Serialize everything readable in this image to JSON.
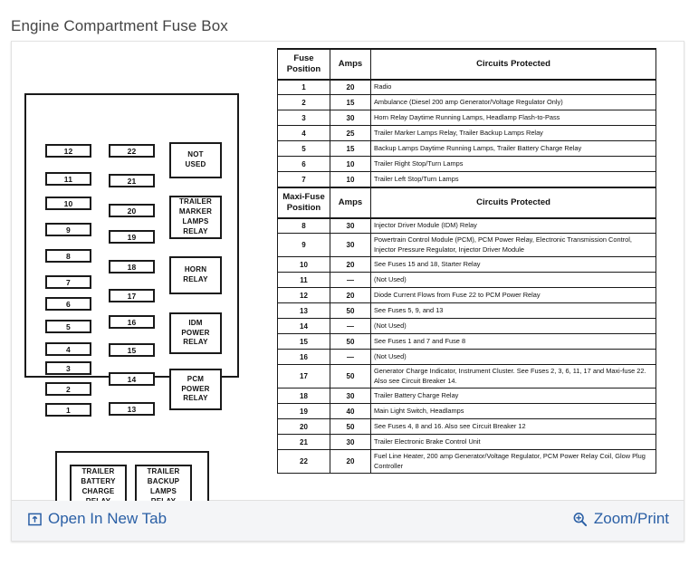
{
  "page": {
    "title": "Engine Compartment Fuse Box"
  },
  "footer": {
    "open_new_tab_label": "Open In New Tab",
    "open_new_tab_icon": "open-in-new-tab-icon",
    "zoom_print_label": "Zoom/Print",
    "zoom_print_icon": "magnifier-plus-icon",
    "link_color": "#2a5fa5"
  },
  "diagram": {
    "name": "engine-compartment-fuse-box-diagram",
    "fuse_column_left": [
      "12",
      "11",
      "10",
      "9",
      "8",
      "7",
      "6",
      "5",
      "4",
      "3",
      "2",
      "1"
    ],
    "fuse_column_middle": [
      "22",
      "21",
      "20",
      "19",
      "18",
      "17",
      "16",
      "15",
      "14",
      "13"
    ],
    "relays": [
      {
        "name": "relay-not-used",
        "lines": [
          "NOT",
          "USED"
        ]
      },
      {
        "name": "relay-trailer-marker-lamps",
        "lines": [
          "TRAILER",
          "MARKER",
          "LAMPS",
          "RELAY"
        ]
      },
      {
        "name": "relay-horn",
        "lines": [
          "HORN",
          "RELAY"
        ]
      },
      {
        "name": "relay-idm-power",
        "lines": [
          "IDM",
          "POWER",
          "RELAY"
        ]
      },
      {
        "name": "relay-pcm-power",
        "lines": [
          "PCM",
          "POWER",
          "RELAY"
        ]
      }
    ],
    "lower_relays": [
      {
        "name": "relay-trailer-battery-charge",
        "lines": [
          "TRAILER",
          "BATTERY",
          "CHARGE",
          "RELAY"
        ]
      },
      {
        "name": "relay-trailer-backup-lamps",
        "lines": [
          "TRAILER",
          "BACKUP",
          "LAMPS",
          "RELAY"
        ]
      }
    ]
  },
  "table": {
    "headers": {
      "position": "Fuse\nPosition",
      "position_line1": "Fuse",
      "position_line2": "Position",
      "amps": "Amps",
      "circuits": "Circuits Protected"
    },
    "maxi_headers": {
      "position_line1": "Maxi-Fuse",
      "position_line2": "Position",
      "amps": "Amps",
      "circuits": "Circuits Protected"
    },
    "fuse_rows": [
      {
        "position": "1",
        "amps": "20",
        "circuits": "Radio"
      },
      {
        "position": "2",
        "amps": "15",
        "circuits": "Ambulance (Diesel 200 amp Generator/Voltage Regulator Only)"
      },
      {
        "position": "3",
        "amps": "30",
        "circuits": "Horn Relay  Daytime Running Lamps, Headlamp Flash-to-Pass"
      },
      {
        "position": "4",
        "amps": "25",
        "circuits": "Trailer Marker Lamps Relay, Trailer Backup Lamps Relay"
      },
      {
        "position": "5",
        "amps": "15",
        "circuits": "Backup Lamps  Daytime Running Lamps, Trailer Battery Charge Relay"
      },
      {
        "position": "6",
        "amps": "10",
        "circuits": "Trailer Right Stop/Turn Lamps"
      },
      {
        "position": "7",
        "amps": "10",
        "circuits": "Trailer Left Stop/Turn Lamps"
      }
    ],
    "maxi_fuse_rows": [
      {
        "position": "8",
        "amps": "30",
        "circuits": "Injector Driver Module  (IDM) Relay",
        "tall": false
      },
      {
        "position": "9",
        "amps": "30",
        "circuits": "Powertrain Control Module (PCM), PCM  Power Relay, Electronic Transmission Control, Injector Pressure Regulator, Injector  Driver Module",
        "tall": true
      },
      {
        "position": "10",
        "amps": "20",
        "circuits": "See Fuses 15 and 18, Starter Relay",
        "tall": false
      },
      {
        "position": "11",
        "amps": "—",
        "circuits": "(Not Used)",
        "tall": false
      },
      {
        "position": "12",
        "amps": "20",
        "circuits": "Diode Current Flows from Fuse 22 to PCM Power Relay",
        "tall": false
      },
      {
        "position": "13",
        "amps": "50",
        "circuits": "See Fuses 5, 9, and 13",
        "tall": false
      },
      {
        "position": "14",
        "amps": "—",
        "circuits": "(Not  Used)",
        "tall": false
      },
      {
        "position": "15",
        "amps": "50",
        "circuits": "See Fuses 1 and 7 and Fuse 8",
        "tall": false
      },
      {
        "position": "16",
        "amps": "—",
        "circuits": "(Not Used)",
        "tall": false
      },
      {
        "position": "17",
        "amps": "50",
        "circuits": "Generator Charge Indicator, Instrument Cluster.  See Fuses 2, 3, 6, 11, 17 and Maxi-fuse 22.  Also see Circuit Breaker 14.",
        "tall": true
      },
      {
        "position": "18",
        "amps": "30",
        "circuits": "Trailer Battery Charge Relay",
        "tall": false
      },
      {
        "position": "19",
        "amps": "40",
        "circuits": "Main Light Switch, Headlamps",
        "tall": false
      },
      {
        "position": "20",
        "amps": "50",
        "circuits": "See Fuses 4, 8 and 16. Also see Circuit Breaker 12",
        "tall": false
      },
      {
        "position": "21",
        "amps": "30",
        "circuits": "Trailer Electronic Brake Control Unit",
        "tall": false
      },
      {
        "position": "22",
        "amps": "20",
        "circuits": "Fuel Line Heater, 200 amp Generator/Voltage Regulator, PCM Power Relay Coil, Glow Plug Controller",
        "tall": true
      }
    ]
  }
}
